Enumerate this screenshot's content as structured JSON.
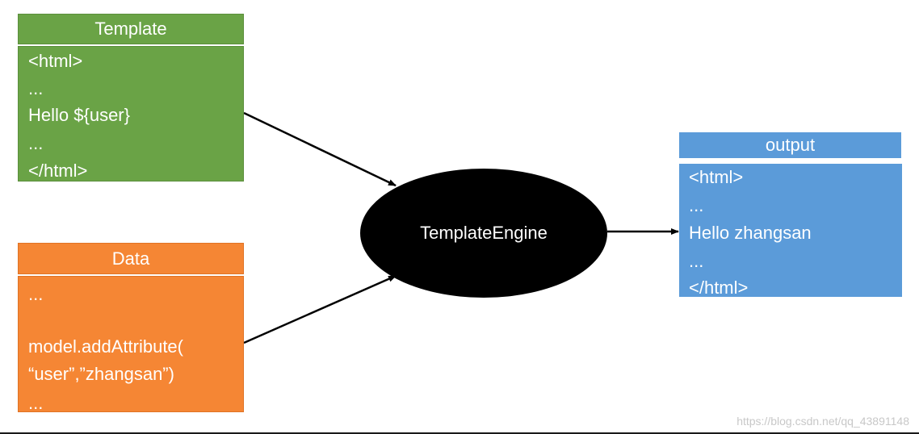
{
  "template": {
    "title": "Template",
    "lines": [
      "<html>",
      "...",
      "Hello ${user}",
      "...",
      "</html>"
    ],
    "color": "#6aa346"
  },
  "data": {
    "title": "Data",
    "lines": [
      "...",
      "model.addAttribute(",
      "“user”,”zhangsan”)",
      "..."
    ],
    "color": "#f58634"
  },
  "engine": {
    "label": "TemplateEngine",
    "color": "#000000"
  },
  "output": {
    "title": "output",
    "lines": [
      "<html>",
      "...",
      "Hello zhangsan",
      "...",
      "</html>"
    ],
    "color": "#5b9bd9"
  },
  "watermark": "https://blog.csdn.net/qq_43891148"
}
